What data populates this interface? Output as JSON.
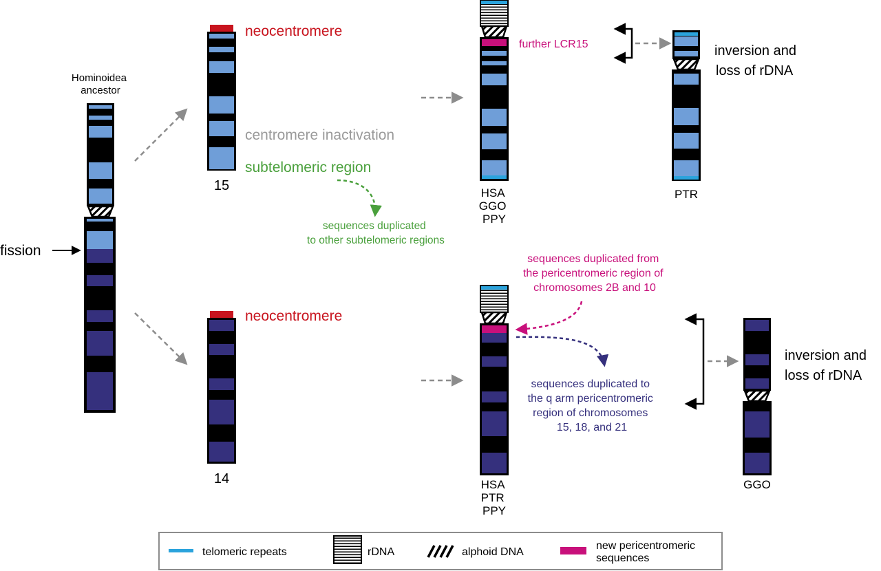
{
  "labels": {
    "ancestor": [
      "Hominoidea",
      "ancestor"
    ],
    "fission": "fission",
    "chr15_number": "15",
    "chr14_number": "14",
    "neocentromere_top": "neocentromere",
    "neocentromere_bottom": "neocentromere",
    "centromere_inactivation": "centromere inactivation",
    "subtelomeric_region": "subtelomeric region",
    "seq_dup_subtelomeric": [
      "sequences duplicated",
      "to other subtelomeric regions"
    ],
    "further_lcr15": "further LCR15",
    "inversion_top": [
      "inversion and",
      "loss of rDNA"
    ],
    "species_hsa_ggo_ppy": [
      "HSA",
      "GGO",
      "PPY"
    ],
    "species_ptr": "PTR",
    "seq_dup_from": [
      "sequences duplicated from",
      "the pericentromeric region of",
      "chromosomes 2B and 10"
    ],
    "seq_dup_to": [
      "sequences duplicated to",
      "the q arm pericentromeric",
      "region of chromosomes",
      "15, 18, and 21"
    ],
    "inversion_bottom": [
      "inversion and",
      "loss of rDNA"
    ],
    "species_hsa_ptr_ppy": [
      "HSA",
      "PTR",
      "PPY"
    ],
    "species_ggo": "GGO"
  },
  "legend": {
    "telomeric": "telomeric repeats",
    "rdna": "rDNA",
    "alphoid": "alphoid DNA",
    "new_peri": [
      "new pericentromeric",
      "sequences"
    ]
  },
  "colors": {
    "chr15_band": "#6f9ed8",
    "chr14_band": "#35307d",
    "telomere": "#2ba3dc",
    "neocentromere": "#c8141e",
    "new_pericentromeric": "#c8107b",
    "subtelomeric_green": "#4aa03c",
    "inactivation_gray": "#9a9a9a",
    "dashed_arrow_gray": "#8c8c8c",
    "chromosome_black": "#000000"
  }
}
